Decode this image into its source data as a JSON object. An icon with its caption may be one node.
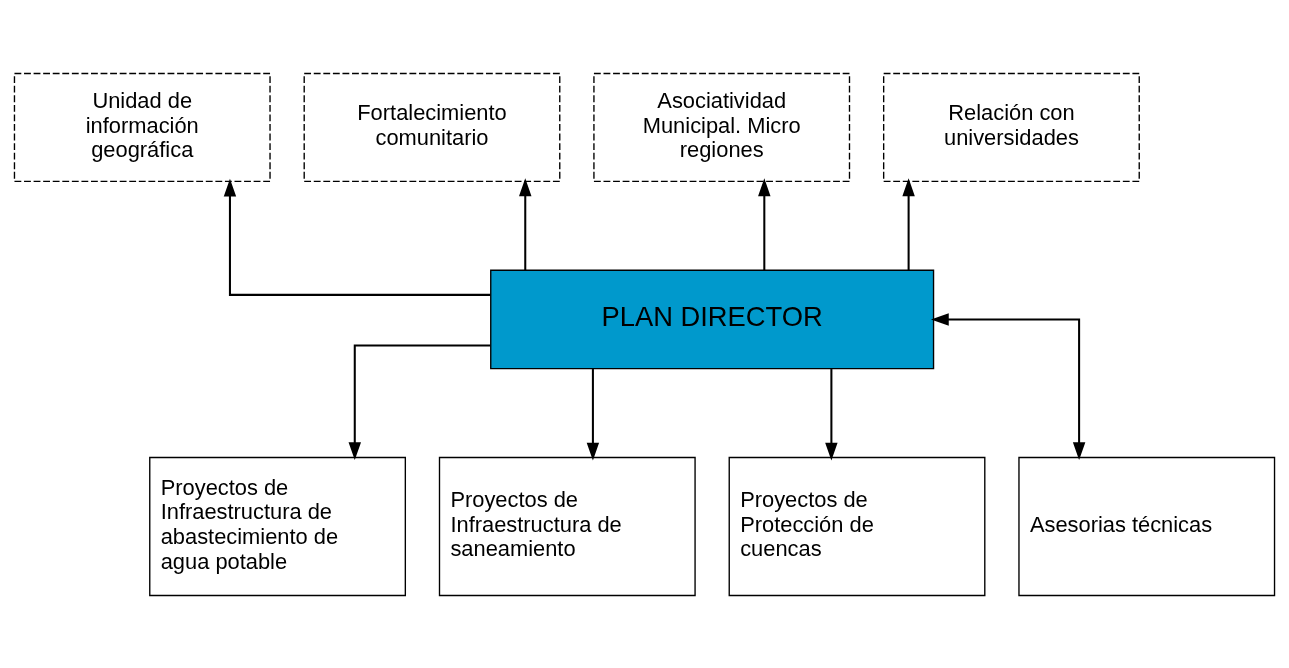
{
  "diagram": {
    "nodes": [
      {
        "text": [
          "Unidad de información geográfica"
        ]
      },
      {
        "text": [
          "Fortalecimiento comunitario"
        ]
      },
      {
        "text": [
          "Asociatividad Municipal. Micro regiones"
        ]
      },
      {
        "text": [
          "Relación con universidades"
        ]
      },
      {
        "text": [
          "PLAN DIRECTOR"
        ]
      },
      {
        "text": [
          "Proyectos de Infraestructura de abastecimiento de agua potable"
        ]
      },
      {
        "text": [
          "Proyectos de Infraestructura de saneamiento"
        ]
      },
      {
        "text": [
          "Proyectos de Protección de cuencas"
        ]
      },
      {
        "text": [
          "Asesorias técnicas"
        ]
      }
    ],
    "edges": [
      {
        "from": 4,
        "to": 0,
        "arrow": "to"
      },
      {
        "from": 4,
        "to": 1,
        "arrow": "to"
      },
      {
        "from": 4,
        "to": 2,
        "arrow": "to"
      },
      {
        "from": 4,
        "to": 3,
        "arrow": "to"
      },
      {
        "from": 4,
        "to": 5,
        "arrow": "to"
      },
      {
        "from": 4,
        "to": 6,
        "arrow": "to"
      },
      {
        "from": 4,
        "to": 7,
        "arrow": "to"
      },
      {
        "from": 4,
        "to": 8,
        "arrow": "both"
      }
    ]
  }
}
